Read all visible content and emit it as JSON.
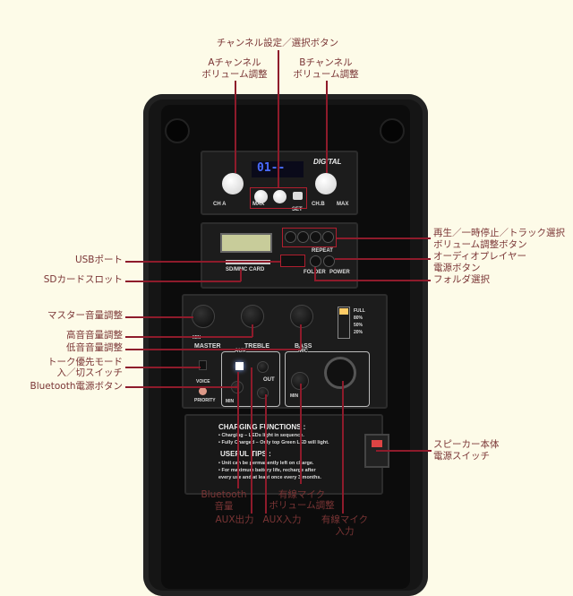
{
  "callouts": {
    "channel_select": "チャンネル設定／選択ボタン",
    "ch_a": [
      "Aチャンネル",
      "ボリューム調整"
    ],
    "ch_b": [
      "Bチャンネル",
      "ボリューム調整"
    ],
    "play": [
      "再生／一時停止／トラック選択",
      "ボリューム調整ボタン"
    ],
    "audio_power": [
      "オーディオプレイヤー",
      "電源ボタン"
    ],
    "folder": "フォルダ選択",
    "usb": "USBポート",
    "sd": "SDカードスロット",
    "master": "マスター音量調整",
    "treble": "高音音量調整",
    "bass": "低音音量調整",
    "talk": [
      "トーク優先モード",
      "入／切スイッチ"
    ],
    "bt_power": "Bluetooth電源ボタン",
    "speaker_power": [
      "スピーカー本体",
      "電源スイッチ"
    ],
    "bt_volume": [
      "Bluetooth",
      "音量"
    ],
    "aux_out": "AUX出力",
    "aux_in": "AUX入力",
    "mic_volume": [
      "有線マイク",
      "ボリューム調整"
    ],
    "mic_in": [
      "有線マイク",
      "入力"
    ]
  },
  "device": {
    "digital": "DIGITAL",
    "display": "01--",
    "ch_a": "CH A",
    "ch_b": "CH.B",
    "max": "MAX",
    "set": "SET",
    "sd_card": "SD/MMC CARD",
    "repeat": "REPEAT",
    "folder": "FOLDER",
    "power": "POWER",
    "master": "MASTER",
    "treble": "TREBLE",
    "bass": "BASS",
    "min": "MIN",
    "battery": [
      "FULL",
      "80%",
      "50%",
      "20%"
    ],
    "aux": "AUX",
    "out": "OUT",
    "mic": "MIC",
    "voice": "VOICE",
    "priority": "PRIORITY",
    "charging_title": "CHARGING FUNCTIONS :",
    "charging_lines": [
      "• Charging – LEDs light in sequence.",
      "• Fully Charged – Only top Green LED will light."
    ],
    "tips_title": "USEFUL TIPS :",
    "tips_lines": [
      "• Unit can be permanently left on charge.",
      "• For maximum battery life, recharge after",
      "  every use and at least once every 3 months."
    ]
  },
  "colors": {
    "background": "#fdfbe8",
    "callout_line": "#8e1b2b",
    "callout_text": "#7a3535"
  }
}
